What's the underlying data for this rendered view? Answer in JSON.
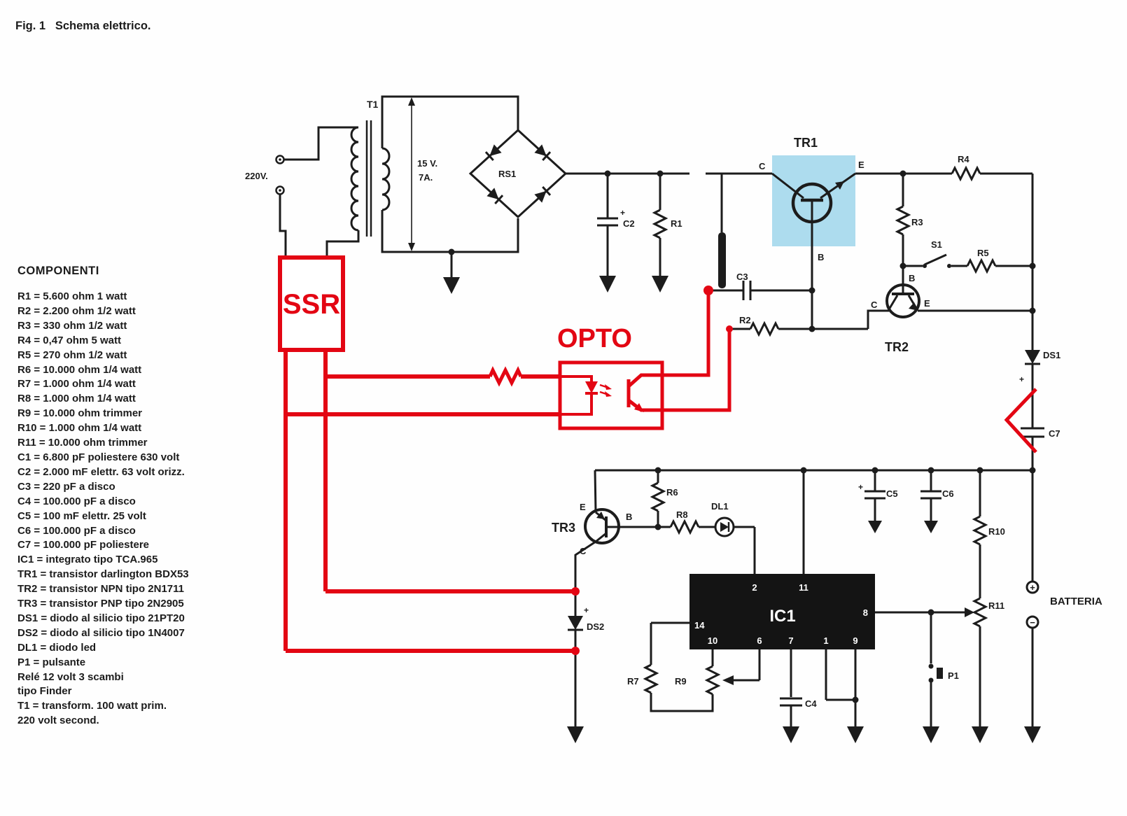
{
  "figure": {
    "caption": "Fig. 1   Schema elettrico."
  },
  "components": {
    "heading": "COMPONENTI",
    "items": [
      "R1 = 5.600 ohm 1 watt",
      "R2 = 2.200 ohm 1/2 watt",
      "R3 = 330 ohm 1/2 watt",
      "R4 = 0,47 ohm 5 watt",
      "R5 = 270 ohm 1/2 watt",
      "R6 = 10.000 ohm 1/4 watt",
      "R7 = 1.000 ohm 1/4 watt",
      "R8 = 1.000 ohm 1/4 watt",
      "R9 = 10.000 ohm trimmer",
      "R10 = 1.000 ohm 1/4 watt",
      "R11 = 10.000 ohm trimmer",
      "C1 = 6.800 pF poliestere 630 volt",
      "C2 = 2.000 mF elettr. 63 volt orizz.",
      "C3 = 220 pF a disco",
      "C4 = 100.000 pF a disco",
      "C5 = 100 mF elettr. 25 volt",
      "C6 = 100.000 pF a disco",
      "C7 = 100.000 pF poliestere",
      "IC1 = integrato tipo TCA.965",
      "TR1 = transistor darlington BDX53",
      "TR2 = transistor NPN tipo 2N1711",
      "TR3 = transistor PNP tipo 2N2905",
      "DS1 = diodo al silicio tipo 21PT20",
      "DS2 = diodo al silicio tipo 1N4007",
      "DL1 = diodo led",
      "P1 = pulsante",
      "Relé 12 volt 3 scambi",
      "tipo Finder",
      "T1 = transform. 100 watt prim.",
      "220 volt second."
    ]
  },
  "annotations": {
    "ssr_label": "SSR",
    "opto_label": "OPTO",
    "color": "#e30613"
  },
  "schematic": {
    "highlight_color": "#addcee",
    "labels": {
      "t1": "T1",
      "v220": "220V.",
      "sec_v": "15 V.",
      "sec_a": "7A.",
      "rs1": "RS1",
      "c2": "C2",
      "c2_plus": "+",
      "r1": "R1",
      "tr1": "TR1",
      "tr1_c": "C",
      "tr1_e": "E",
      "tr1_b": "B",
      "r4": "R4",
      "r3": "R3",
      "s1": "S1",
      "r5": "R5",
      "tr2": "TR2",
      "tr2_b": "B",
      "tr2_c": "C",
      "tr2_e": "E",
      "c3": "C3",
      "r2": "R2",
      "ds1": "DS1",
      "ds1_plus": "+",
      "c7": "C7",
      "tr3": "TR3",
      "tr3_e": "E",
      "tr3_b": "B",
      "tr3_c": "C",
      "r6": "R6",
      "r8": "R8",
      "dl1": "DL1",
      "ds2": "DS2",
      "ds2_plus": "+",
      "ic1": "IC1",
      "c5": "C5",
      "c5_plus": "+",
      "c6": "C6",
      "r10": "R10",
      "r11": "R11",
      "r7": "R7",
      "r9": "R9",
      "c4": "C4",
      "p1": "P1",
      "batteria": "BATTERIA",
      "bat_plus": "+",
      "bat_minus": "−"
    },
    "ic_pins": {
      "p2": "2",
      "p11": "11",
      "p8": "8",
      "p14": "14",
      "p10": "10",
      "p6": "6",
      "p7": "7",
      "p1": "1",
      "p9": "9"
    }
  }
}
